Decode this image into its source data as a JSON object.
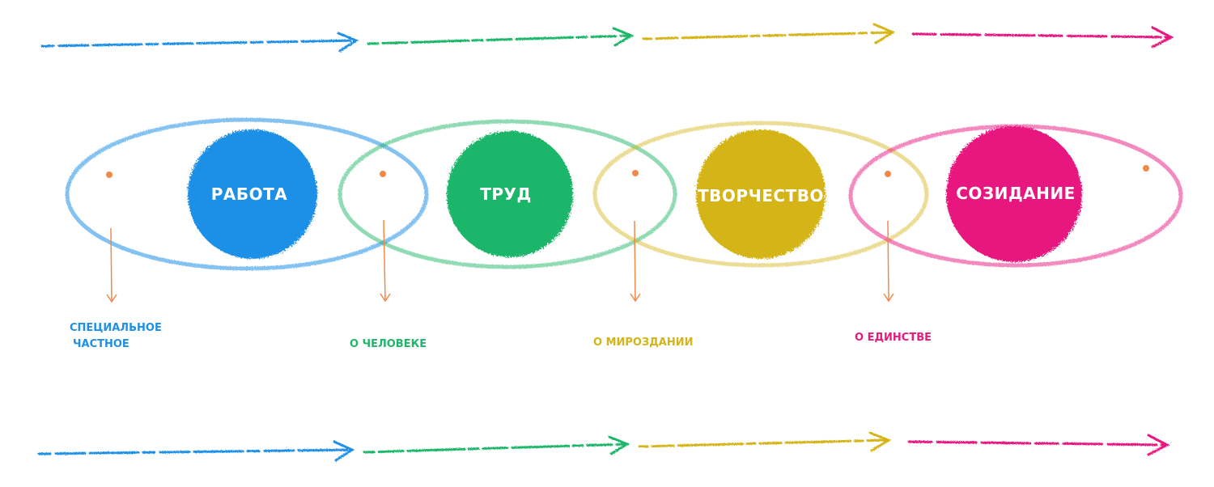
{
  "colors": {
    "blue": "#1e8fe6",
    "green": "#1fb66a",
    "yellow": "#d4b418",
    "pink": "#e8197f",
    "orange": "#f08a4b"
  },
  "stages": [
    {
      "label": "работа",
      "color": "#1e8fe6",
      "caption": [
        "специальное",
        "частное"
      ]
    },
    {
      "label": "труд",
      "color": "#1fb66a",
      "caption": [
        "о человеке"
      ]
    },
    {
      "label": "творчество",
      "color": "#d4b418",
      "caption": [
        "о мироздании"
      ]
    },
    {
      "label": "созидание",
      "color": "#e8197f",
      "caption": [
        "о единстве"
      ]
    }
  ]
}
